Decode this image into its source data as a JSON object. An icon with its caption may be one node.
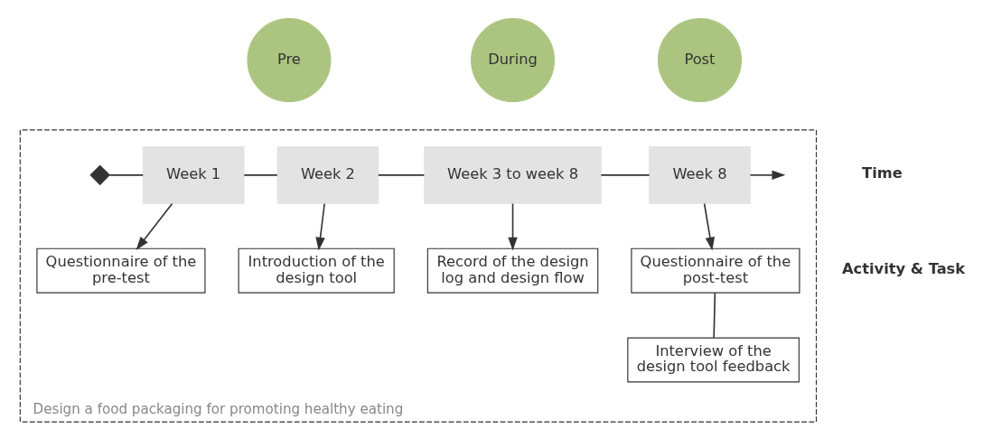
{
  "diagram": {
    "nodes": [
      {
        "text": [
          "Pre"
        ]
      },
      {
        "text": [
          "During"
        ]
      },
      {
        "text": [
          "Post"
        ]
      },
      {
        "text": [
          "Design a food packaging for promoting healthy eating"
        ]
      },
      {
        "text": [],
        "shape": "diamond",
        "in": 3
      },
      {
        "text": [
          "Week 1"
        ],
        "in": 3
      },
      {
        "text": [
          "Week 2"
        ],
        "in": 3
      },
      {
        "text": [
          "Week 3 to week 8"
        ],
        "in": 3
      },
      {
        "text": [
          "Week 8"
        ],
        "in": 3
      },
      {
        "text": [
          "Questionnaire of the pre-test"
        ],
        "in": 3
      },
      {
        "text": [
          "Introduction of the design tool"
        ],
        "in": 3
      },
      {
        "text": [
          "Record of the design log and design flow"
        ],
        "in": 3
      },
      {
        "text": [
          "Questionnaire of the post-test"
        ],
        "in": 3
      },
      {
        "text": [
          "Interview of the design tool feedback"
        ],
        "in": 3
      }
    ],
    "edges": [
      {
        "from": 4,
        "to": 5,
        "arrow": "none"
      },
      {
        "from": 5,
        "to": 6,
        "arrow": "none"
      },
      {
        "from": 6,
        "to": 7,
        "arrow": "none"
      },
      {
        "from": 7,
        "to": 8,
        "arrow": "none"
      },
      {
        "from": 8,
        "to": null,
        "arrow": "to"
      },
      {
        "from": 5,
        "to": 9,
        "arrow": "to"
      },
      {
        "from": 6,
        "to": 10,
        "arrow": "to"
      },
      {
        "from": 7,
        "to": 11,
        "arrow": "to"
      },
      {
        "from": 8,
        "to": 12,
        "arrow": "to"
      },
      {
        "from": 12,
        "to": 13,
        "arrow": "none"
      }
    ],
    "labels": [
      "Time",
      "Activity & Task"
    ]
  }
}
